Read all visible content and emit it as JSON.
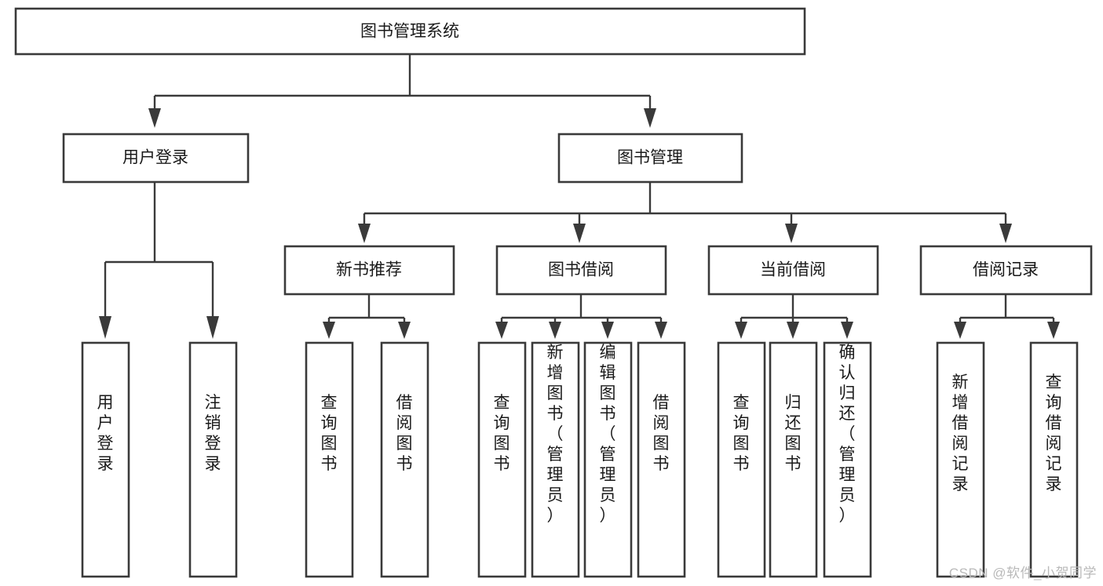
{
  "diagram": {
    "type": "tree-hierarchy",
    "title": "图书管理系统",
    "watermark": "CSDN @软件_小贺同学",
    "colors": {
      "box_stroke": "#3a3a3a",
      "box_fill": "#ffffff",
      "text": "#1a1a1a",
      "connector": "#3a3a3a",
      "background": "#ffffff",
      "watermark": "#b9b9b9"
    },
    "levels": {
      "root": {
        "label": "图书管理系统",
        "orientation": "horizontal"
      },
      "level2": [
        {
          "id": "user-login",
          "label": "用户登录",
          "orientation": "horizontal"
        },
        {
          "id": "book-management",
          "label": "图书管理",
          "orientation": "horizontal"
        }
      ],
      "level3": [
        {
          "id": "new-book-recommend",
          "label": "新书推荐",
          "orientation": "horizontal",
          "parent": "book-management"
        },
        {
          "id": "book-borrow",
          "label": "图书借阅",
          "orientation": "horizontal",
          "parent": "book-management"
        },
        {
          "id": "current-borrow",
          "label": "当前借阅",
          "orientation": "horizontal",
          "parent": "book-management"
        },
        {
          "id": "borrow-record",
          "label": "借阅记录",
          "orientation": "horizontal",
          "parent": "book-management"
        }
      ],
      "leaves": [
        {
          "id": "leaf-user-login",
          "label": "用户登录",
          "orientation": "vertical",
          "parent": "user-login"
        },
        {
          "id": "leaf-logout",
          "label": "注销登录",
          "orientation": "vertical",
          "parent": "user-login"
        },
        {
          "id": "leaf-query-book-1",
          "label": "查询图书",
          "orientation": "vertical",
          "parent": "new-book-recommend"
        },
        {
          "id": "leaf-borrow-book-1",
          "label": "借阅图书",
          "orientation": "vertical",
          "parent": "new-book-recommend"
        },
        {
          "id": "leaf-query-book-2",
          "label": "查询图书",
          "orientation": "vertical",
          "parent": "book-borrow"
        },
        {
          "id": "leaf-add-book",
          "label": "新增图书（管理员）",
          "orientation": "vertical",
          "parent": "book-borrow"
        },
        {
          "id": "leaf-edit-book",
          "label": "编辑图书（管理员）",
          "orientation": "vertical",
          "parent": "book-borrow"
        },
        {
          "id": "leaf-borrow-book-2",
          "label": "借阅图书",
          "orientation": "vertical",
          "parent": "book-borrow"
        },
        {
          "id": "leaf-query-book-3",
          "label": "查询图书",
          "orientation": "vertical",
          "parent": "current-borrow"
        },
        {
          "id": "leaf-return-book",
          "label": "归还图书",
          "orientation": "vertical",
          "parent": "current-borrow"
        },
        {
          "id": "leaf-confirm-return",
          "label": "确认归还（管理员）",
          "orientation": "vertical",
          "parent": "current-borrow"
        },
        {
          "id": "leaf-add-record",
          "label": "新增借阅记录",
          "orientation": "vertical",
          "parent": "borrow-record"
        },
        {
          "id": "leaf-query-record",
          "label": "查询借阅记录",
          "orientation": "vertical",
          "parent": "borrow-record"
        }
      ]
    }
  }
}
